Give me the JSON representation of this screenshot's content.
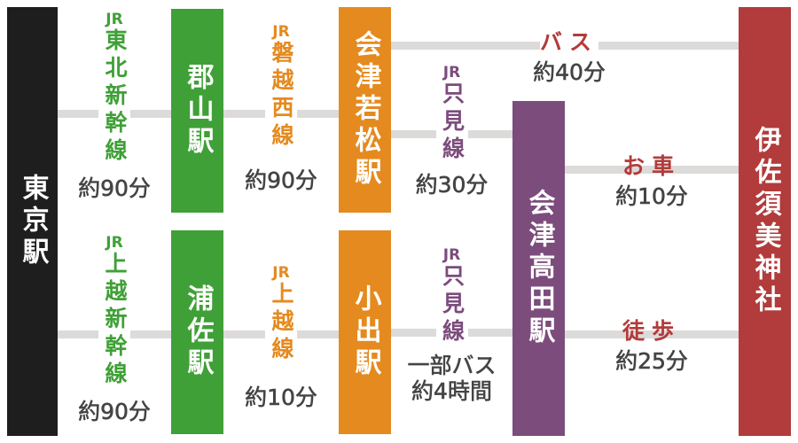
{
  "colors": {
    "tokyo": "#1e1e1e",
    "green": "#3fa037",
    "orange": "#e58a1f",
    "purple": "#7c4c7d",
    "red": "#b23b3b",
    "line": "#dcdbd9"
  },
  "stations": {
    "tokyo": "東京駅",
    "koriyama": "郡山駅",
    "aizuwakamatsu": "会津若松駅",
    "urasa": "浦佐駅",
    "koide": "小出駅",
    "aizutakada": "会津高田駅",
    "isasumi": "伊佐須美神社"
  },
  "routes": {
    "tohoku": {
      "jr": "JR",
      "name": "東北新幹線",
      "time": "約90分"
    },
    "banetsu": {
      "jr": "JR",
      "name": "磐越西線",
      "time": "約90分"
    },
    "tadami_top": {
      "jr": "JR",
      "name": "只見線",
      "time": "約30分"
    },
    "bus": {
      "mode": "バス",
      "time": "約40分"
    },
    "car": {
      "mode": "お車",
      "time": "約10分"
    },
    "joetsu": {
      "jr": "JR",
      "name": "上越新幹線",
      "time": "約90分"
    },
    "joetsu_line": {
      "jr": "JR",
      "name": "上越線",
      "time": "約10分"
    },
    "tadami_bottom": {
      "jr": "JR",
      "name": "只見線",
      "note": "一部バス",
      "time": "約4時間"
    },
    "walk": {
      "mode": "徒歩",
      "time": "約25分"
    }
  }
}
